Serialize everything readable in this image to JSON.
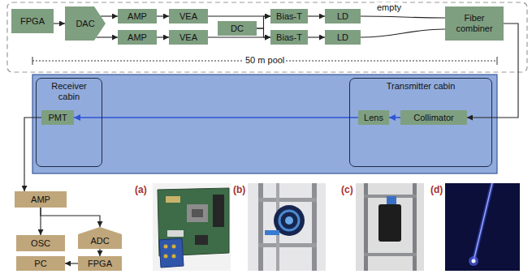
{
  "diagram": {
    "nodes": [
      {
        "text": [
          "FPGA"
        ]
      },
      {
        "text": [
          "DAC"
        ]
      },
      {
        "text": [
          "AMP"
        ]
      },
      {
        "text": [
          "AMP"
        ]
      },
      {
        "text": [
          "VEA"
        ]
      },
      {
        "text": [
          "VEA"
        ]
      },
      {
        "text": [
          "DC"
        ]
      },
      {
        "text": [
          "Bias-T"
        ]
      },
      {
        "text": [
          "Bias-T"
        ]
      },
      {
        "text": [
          "LD"
        ]
      },
      {
        "text": [
          "LD"
        ]
      },
      {
        "text": [
          "Fiber combiner"
        ]
      },
      {
        "text": [
          "Receiver cabin"
        ]
      },
      {
        "text": [
          "PMT"
        ],
        "in": 12
      },
      {
        "text": [
          "Transmitter cabin"
        ]
      },
      {
        "text": [
          "Lens"
        ],
        "in": 14
      },
      {
        "text": [
          "Collimator"
        ],
        "in": 14
      },
      {
        "text": [
          "AMP"
        ]
      },
      {
        "text": [
          "OSC"
        ]
      },
      {
        "text": [
          "ADC"
        ]
      },
      {
        "text": [
          "FPGA"
        ]
      },
      {
        "text": [
          "PC"
        ]
      }
    ],
    "edges": [
      {
        "from": 0,
        "to": 1,
        "arrow": "to"
      },
      {
        "from": 1,
        "to": 2,
        "arrow": "to"
      },
      {
        "from": 1,
        "to": 3,
        "arrow": "to"
      },
      {
        "from": 2,
        "to": 4,
        "arrow": "to"
      },
      {
        "from": 3,
        "to": 5,
        "arrow": "to"
      },
      {
        "from": 4,
        "to": 7,
        "arrow": "to"
      },
      {
        "from": 5,
        "to": 8,
        "arrow": "to"
      },
      {
        "from": 6,
        "to": 7,
        "arrow": "to"
      },
      {
        "from": 6,
        "to": 8,
        "arrow": "to"
      },
      {
        "from": 7,
        "to": 9,
        "arrow": "to"
      },
      {
        "from": 8,
        "to": 10,
        "arrow": "to"
      },
      {
        "from": 9,
        "to": 11,
        "arrow": "none"
      },
      {
        "from": 10,
        "to": 11,
        "arrow": "none"
      },
      {
        "from": 11,
        "to": 16,
        "arrow": "to"
      },
      {
        "from": 16,
        "to": 15,
        "arrow": "to"
      },
      {
        "from": 15,
        "to": 13,
        "arrow": "to"
      },
      {
        "from": 13,
        "to": 17,
        "arrow": "to"
      },
      {
        "from": 17,
        "to": 18,
        "arrow": "to"
      },
      {
        "from": 17,
        "to": 19,
        "arrow": "to"
      },
      {
        "from": 19,
        "to": 20,
        "arrow": "to"
      },
      {
        "from": 20,
        "to": 21,
        "arrow": "to"
      }
    ],
    "labels": [
      "empty",
      "50 m pool",
      "(a)",
      "(b)",
      "(c)",
      "(d)"
    ]
  }
}
